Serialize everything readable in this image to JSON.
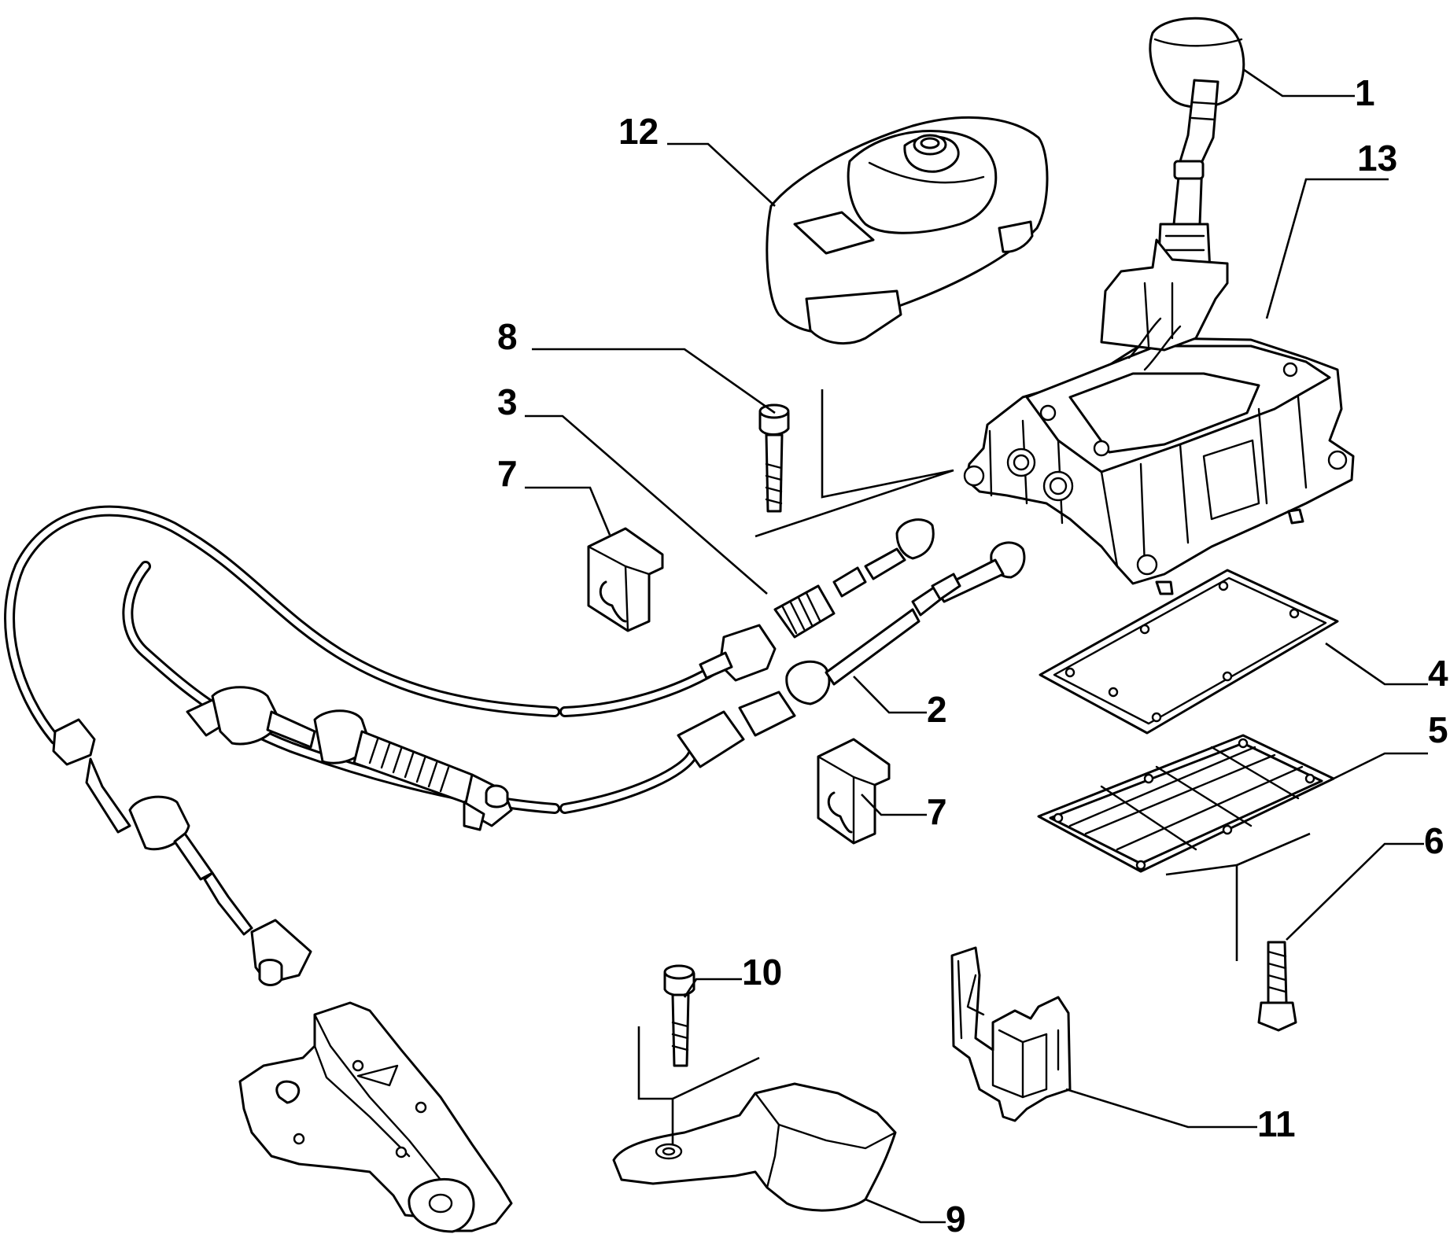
{
  "diagram": {
    "callouts": [
      {
        "id": "c1",
        "label": "1"
      },
      {
        "id": "c2",
        "label": "2"
      },
      {
        "id": "c3",
        "label": "3"
      },
      {
        "id": "c4",
        "label": "4"
      },
      {
        "id": "c5",
        "label": "5"
      },
      {
        "id": "c6",
        "label": "6"
      },
      {
        "id": "c7a",
        "label": "7"
      },
      {
        "id": "c7b",
        "label": "7"
      },
      {
        "id": "c8",
        "label": "8"
      },
      {
        "id": "c9",
        "label": "9"
      },
      {
        "id": "c10",
        "label": "10"
      },
      {
        "id": "c11",
        "label": "11"
      },
      {
        "id": "c12",
        "label": "12"
      },
      {
        "id": "c13",
        "label": "13"
      }
    ],
    "colors": {
      "line": "#000000",
      "background": "#ffffff"
    }
  }
}
